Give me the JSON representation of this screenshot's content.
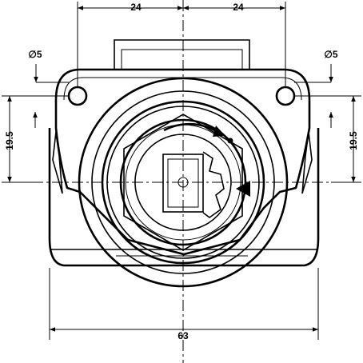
{
  "dimensions": {
    "hole_spacing_left": "24",
    "hole_spacing_right": "24",
    "hole_diameter_left": "∅5",
    "hole_diameter_right": "∅5",
    "vertical_offset_left": "19.5",
    "vertical_offset_right": "19.5",
    "overall_width": "63"
  },
  "icons": {
    "arrow": "filled-triangle",
    "dot": "indicator-dot"
  }
}
